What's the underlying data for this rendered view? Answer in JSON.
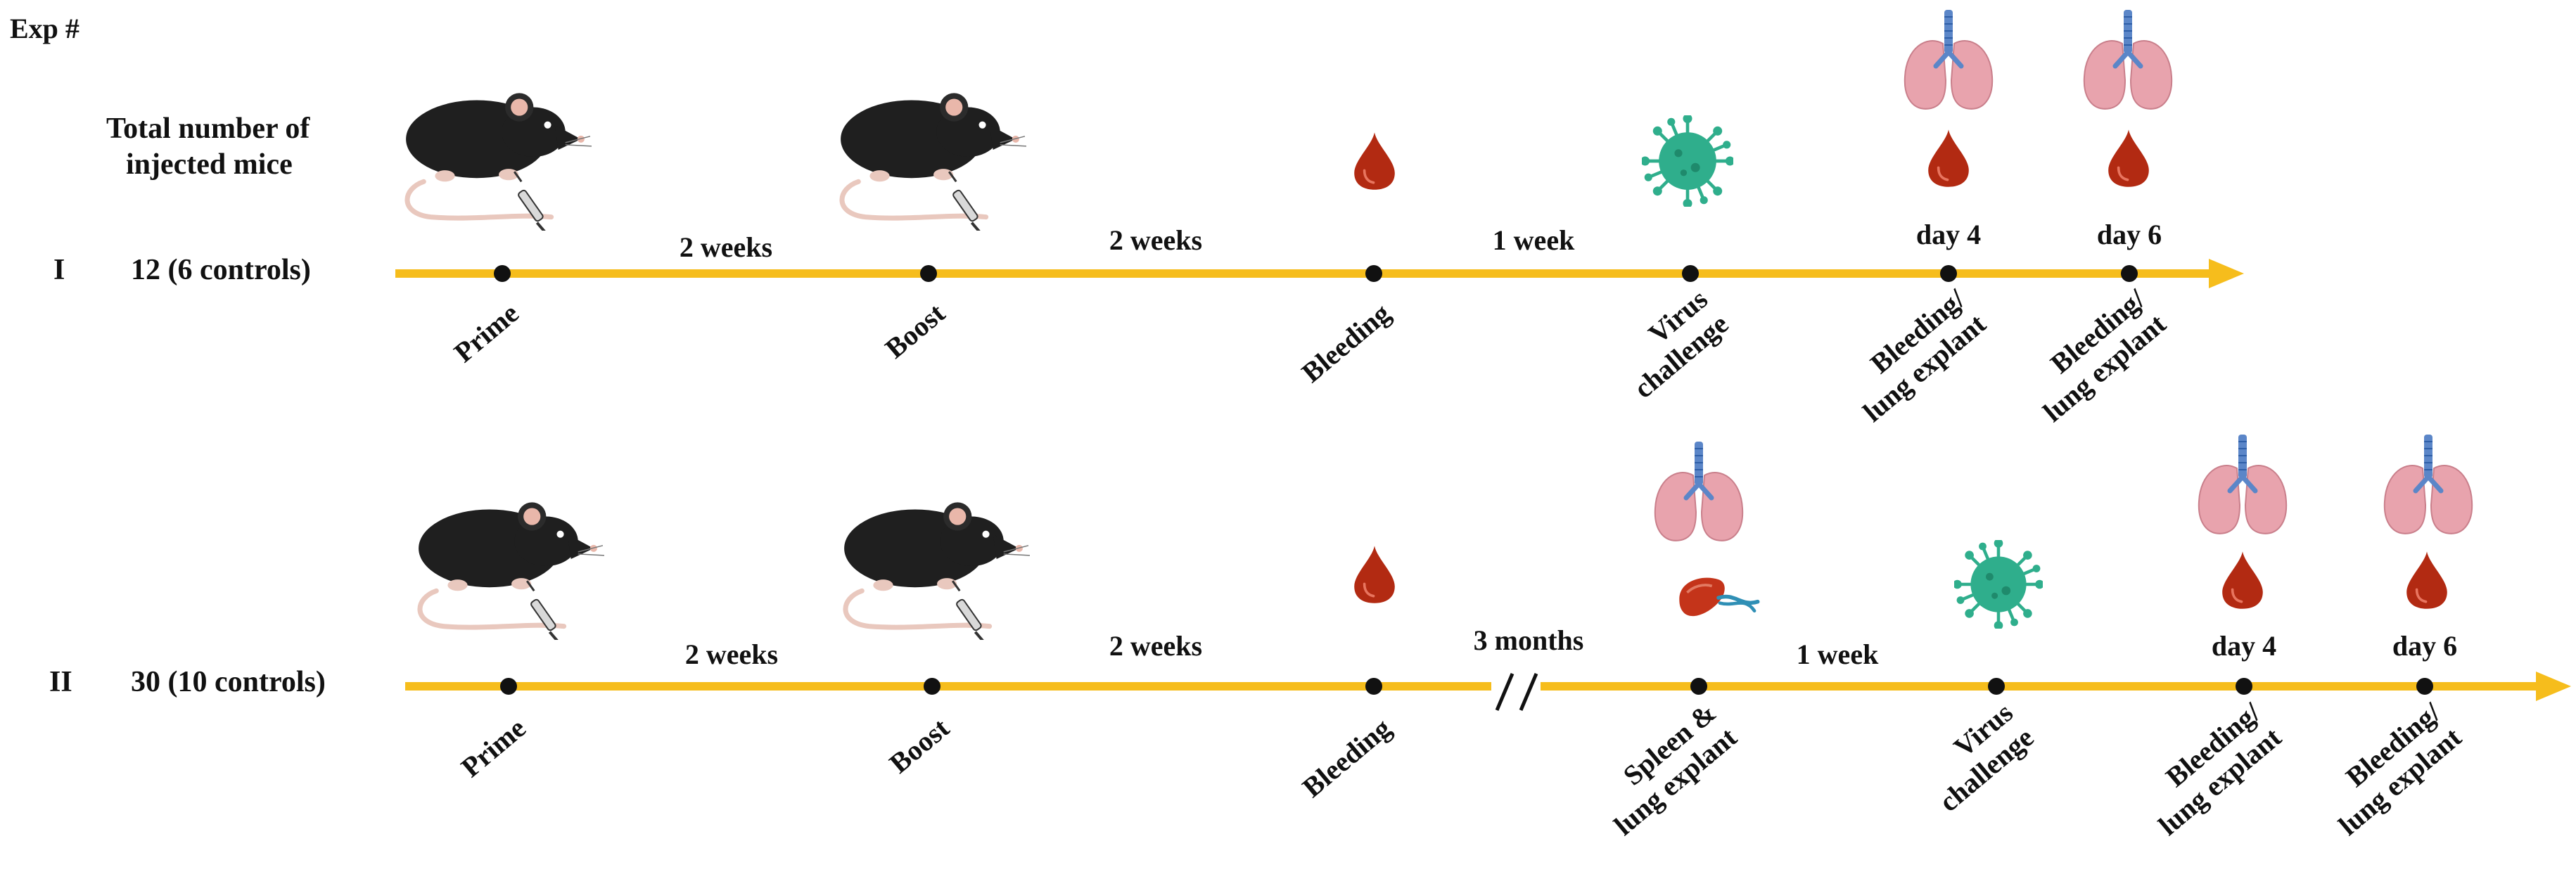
{
  "header": {
    "exp_label": "Exp #",
    "total_label_line1": "Total number of",
    "total_label_line2": "injected mice"
  },
  "colors": {
    "timeline": "#f6bd1c",
    "dot": "#111111",
    "text": "#111111",
    "mouse_body": "#1f1f1f",
    "mouse_tail": "#e9c8be",
    "blood": "#b22a12",
    "virus": "#2fae8c",
    "lung": "#e8a3ad",
    "trachea": "#5b86c8",
    "spleen": "#c4341a",
    "vessel": "#2f8fb5"
  },
  "experiments": [
    {
      "id": "I",
      "count": "12 (6 controls)",
      "points": [
        {
          "label": [
            "Prime"
          ],
          "icon": "mouse-syringe"
        },
        {
          "label": [
            "Boost"
          ],
          "icon": "mouse-syringe"
        },
        {
          "label": [
            "Bleeding"
          ],
          "icon": "blood-drop"
        },
        {
          "label": [
            "Virus",
            "challenge"
          ],
          "icon": "virus"
        },
        {
          "label": [
            "Bleeding/",
            "lung explant"
          ],
          "icon": "lungs-blood",
          "day": "day 4"
        },
        {
          "label": [
            "Bleeding/",
            "lung explant"
          ],
          "icon": "lungs-blood",
          "day": "day 6"
        }
      ],
      "intervals": [
        "2 weeks",
        "2 weeks",
        "1 week"
      ]
    },
    {
      "id": "II",
      "count": "30 (10 controls)",
      "points": [
        {
          "label": [
            "Prime"
          ],
          "icon": "mouse-syringe"
        },
        {
          "label": [
            "Boost"
          ],
          "icon": "mouse-syringe"
        },
        {
          "label": [
            "Bleeding"
          ],
          "icon": "blood-drop"
        },
        {
          "label": [
            "Spleen &",
            "lung explant"
          ],
          "icon": "lungs-spleen"
        },
        {
          "label": [
            "Virus",
            "challenge"
          ],
          "icon": "virus"
        },
        {
          "label": [
            "Bleeding/",
            "lung explant"
          ],
          "icon": "lungs-blood",
          "day": "day 4"
        },
        {
          "label": [
            "Bleeding/",
            "lung explant"
          ],
          "icon": "lungs-blood",
          "day": "day 6"
        }
      ],
      "intervals": [
        "2 weeks",
        "2 weeks",
        "3 months",
        "1 week"
      ],
      "break_mark": "//"
    }
  ]
}
